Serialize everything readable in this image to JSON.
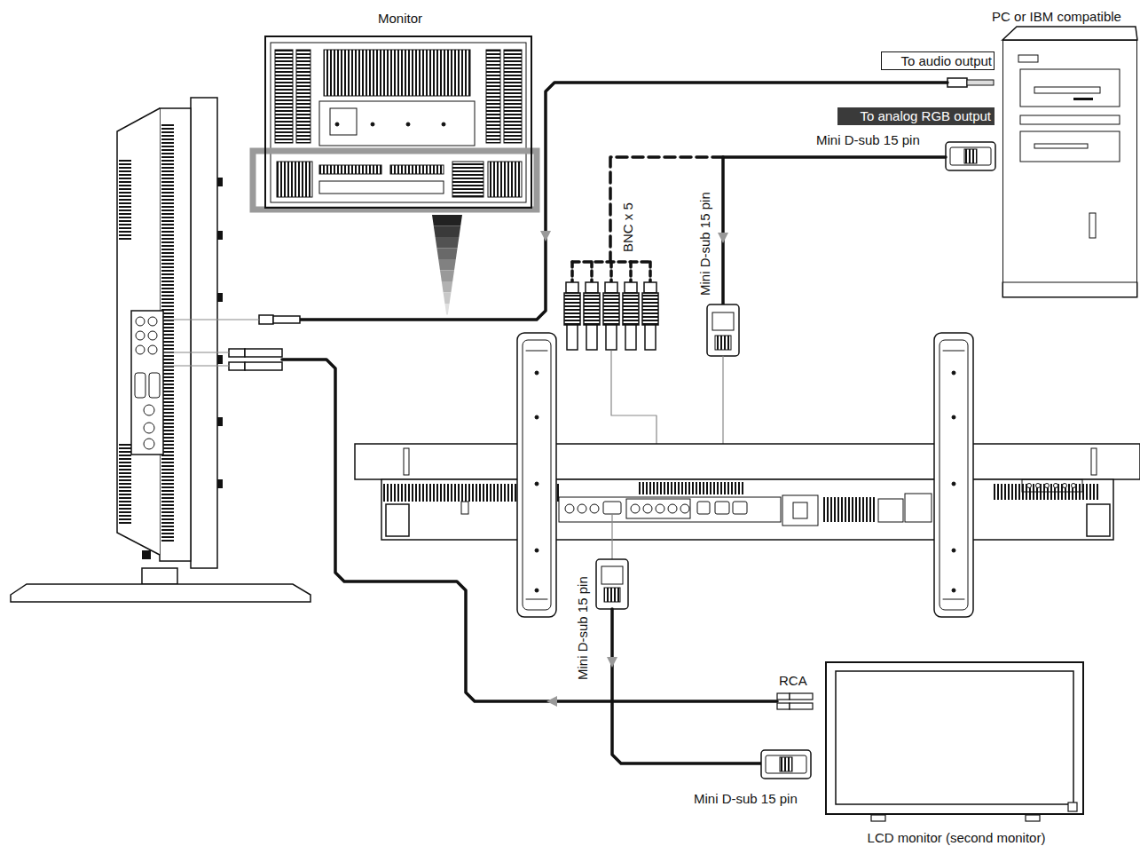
{
  "diagram": {
    "nodes": [
      {
        "text": [
          "Monitor"
        ]
      },
      {
        "text": [
          "PC or IBM compatible"
        ]
      },
      {
        "text": [
          "To audio output"
        ]
      },
      {
        "text": [
          "To analog RGB output"
        ]
      },
      {
        "text": [
          "LCD monitor (second monitor)"
        ]
      }
    ],
    "labels": [
      "Mini D-sub 15 pin",
      "BNC x 5",
      "Mini D-sub 15 pin",
      "Mini D-sub 15 pin",
      "RCA",
      "Mini D-sub 15 pin"
    ]
  }
}
